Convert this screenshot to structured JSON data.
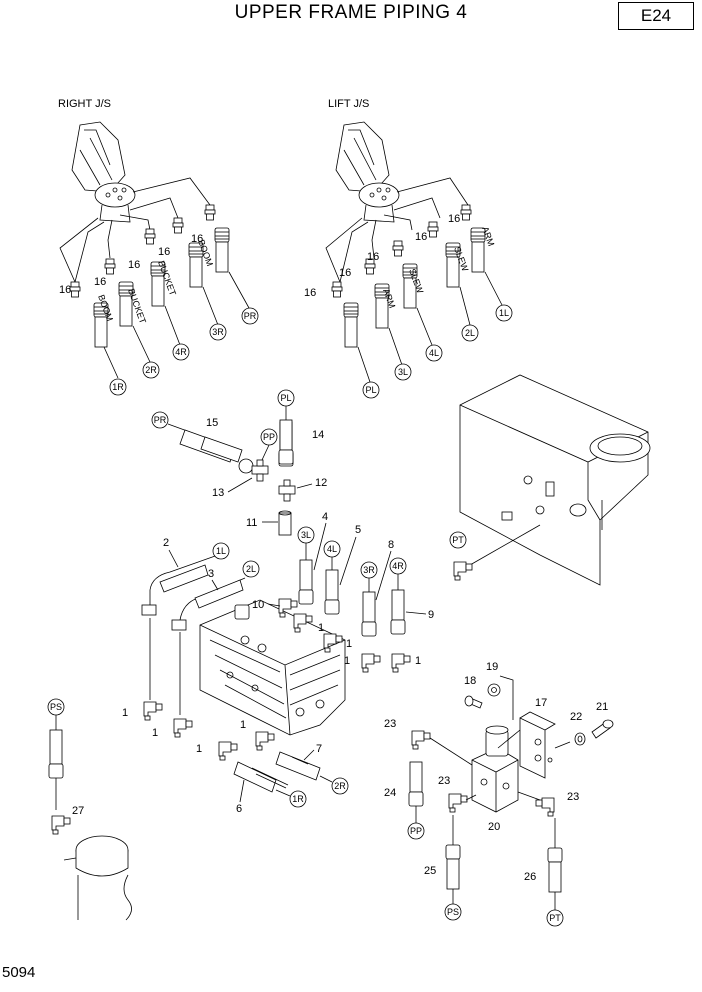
{
  "header": {
    "title": "UPPER FRAME PIPING 4",
    "code": "E24"
  },
  "footer": {
    "page_number": "5094"
  },
  "groups": {
    "right_js": "RIGHT J/S",
    "lift_js": "LIFT J/S"
  },
  "hose_labels": {
    "boom_a": "BOOM",
    "bucket_a": "BUCKET",
    "bucket_b": "BUCKET",
    "boom_b": "BOOM",
    "arm_a": "ARM",
    "slew_a": "SLEW",
    "slew_b": "SLEW",
    "arm_b": "ARM"
  },
  "ports": {
    "r1": "1R",
    "r2": "2R",
    "r3": "3R",
    "r4": "4R",
    "pr": "PR",
    "l1": "1L",
    "l2": "2L",
    "l3": "3L",
    "l4": "4L",
    "pl": "PL",
    "pp": "PP",
    "ps": "PS",
    "pt": "PT"
  },
  "parts": {
    "p1": "1",
    "p2": "2",
    "p3": "3",
    "p4": "4",
    "p5": "5",
    "p6": "6",
    "p7": "7",
    "p8": "8",
    "p9": "9",
    "p10": "10",
    "p11": "11",
    "p12": "12",
    "p13": "13",
    "p14": "14",
    "p15": "15",
    "p16": "16",
    "p17": "17",
    "p18": "18",
    "p19": "19",
    "p20": "20",
    "p21": "21",
    "p22": "22",
    "p23": "23",
    "p24": "24",
    "p25": "25",
    "p26": "26",
    "p27": "27"
  }
}
